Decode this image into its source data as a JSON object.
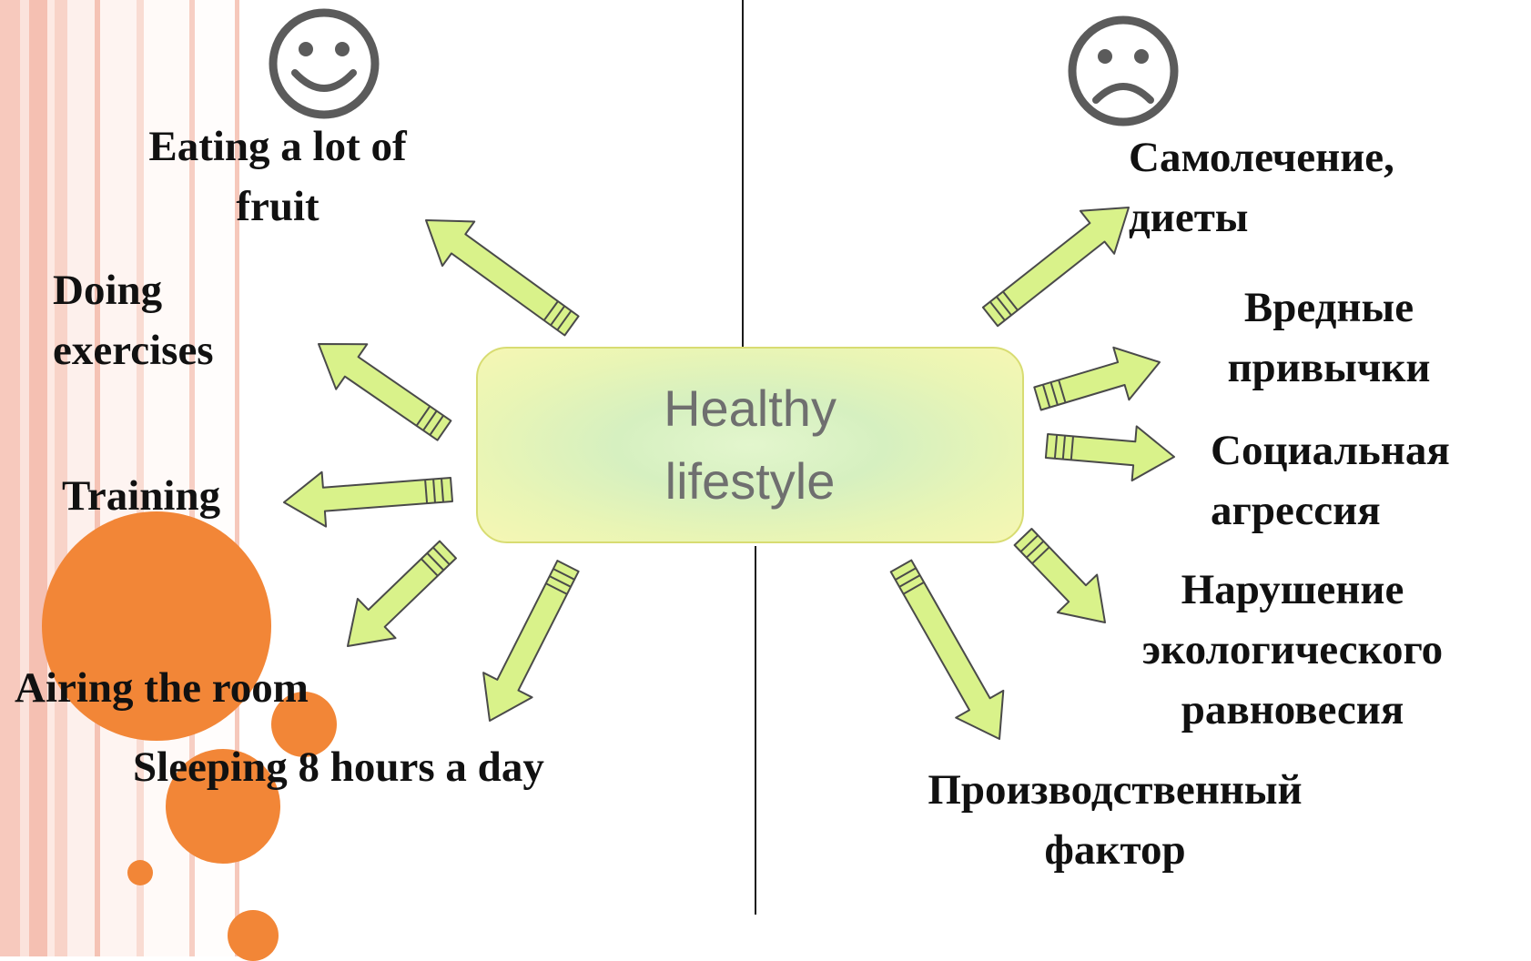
{
  "center": {
    "title": "Healthy\nlifestyle"
  },
  "healthy_factors": [
    "Eating a lot of\nfruit",
    "Doing\nexercises",
    "Training",
    "Airing the room",
    "Sleeping 8 hours a day"
  ],
  "harmful_factors": [
    "Самолечение,\n  диеты",
    "Вредные\nпривычки",
    "Социальная\n агрессия",
    "Нарушение\nэкологического\nравновесия",
    "Производственный\nфактор"
  ],
  "faces": {
    "left": "smiley-face-icon",
    "right": "sad-face-icon"
  },
  "colors": {
    "accent_orange": "#f28637",
    "arrow_fill": "#d9f28a",
    "arrow_stroke": "#4a4a4a",
    "face_stroke": "#5b5b5b",
    "stripe_pink": "#f6c4b7",
    "center_text": "#6f6f6f"
  }
}
